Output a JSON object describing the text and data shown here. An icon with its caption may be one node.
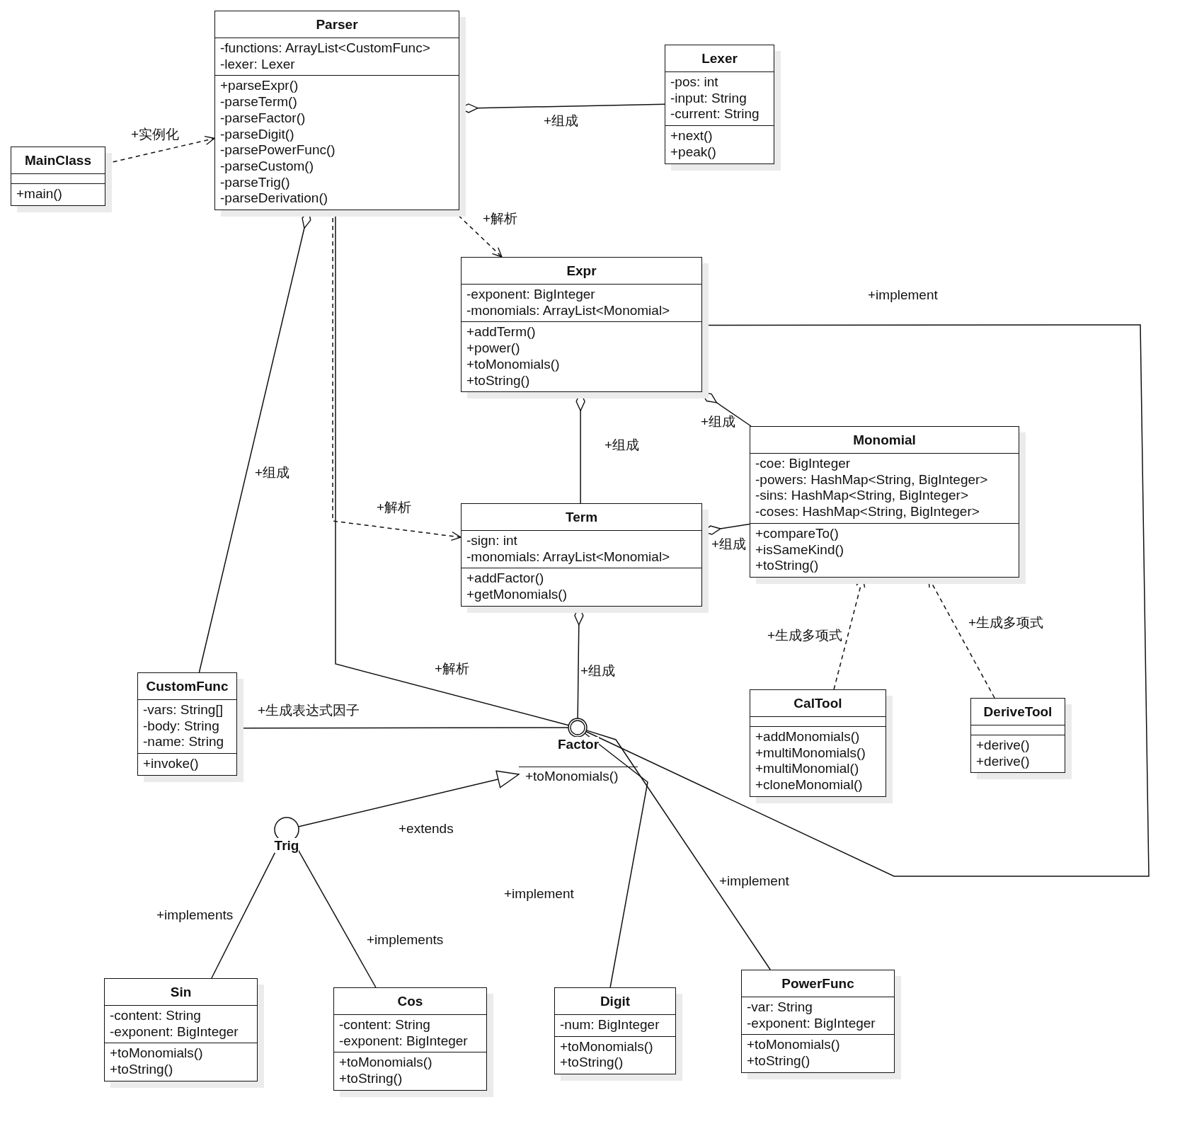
{
  "diagram": {
    "nodes": [
      {
        "text": [
          "MainClass",
          "+main()"
        ]
      },
      {
        "text": [
          "Parser",
          "-functions: ArrayList<CustomFunc>",
          "-lexer: Lexer",
          "+parseExpr()",
          "-parseTerm()",
          "-parseFactor()",
          "-parseDigit()",
          "-parsePowerFunc()",
          "-parseCustom()",
          "-parseTrig()",
          "-parseDerivation()"
        ]
      },
      {
        "text": [
          "Lexer",
          "-pos: int",
          "-input: String",
          "-current: String",
          "+next()",
          "+peak()"
        ]
      },
      {
        "text": [
          "Expr",
          "-exponent: BigInteger",
          "-monomials: ArrayList<Monomial>",
          "+addTerm()",
          "+power()",
          "+toMonomials()",
          "+toString()"
        ]
      },
      {
        "text": [
          "Monomial",
          "-coe: BigInteger",
          "-powers: HashMap<String, BigInteger>",
          "-sins: HashMap<String, BigInteger>",
          "-coses: HashMap<String, BigInteger>",
          "+compareTo()",
          "+isSameKind()",
          "+toString()"
        ]
      },
      {
        "text": [
          "Term",
          "-sign: int",
          "-monomials: ArrayList<Monomial>",
          "+addFactor()",
          "+getMonomials()"
        ]
      },
      {
        "text": [
          "CustomFunc",
          "-vars: String[]",
          "-body: String",
          "-name: String",
          "+invoke()"
        ]
      },
      {
        "text": [
          "Factor",
          "+toMonomials()"
        ]
      },
      {
        "text": [
          "CalTool",
          "+addMonomials()",
          "+multiMonomials()",
          "+multiMonomial()",
          "+cloneMonomial()"
        ]
      },
      {
        "text": [
          "DeriveTool",
          "+derive()",
          "+derive()"
        ]
      },
      {
        "text": [
          "Trig"
        ]
      },
      {
        "text": [
          "Sin",
          "-content: String",
          "-exponent: BigInteger",
          "+toMonomials()",
          "+toString()"
        ]
      },
      {
        "text": [
          "Cos",
          "-content: String",
          "-exponent: BigInteger",
          "+toMonomials()",
          "+toString()"
        ]
      },
      {
        "text": [
          "Digit",
          "-num: BigInteger",
          "+toMonomials()",
          "+toString()"
        ]
      },
      {
        "text": [
          "PowerFunc",
          "-var: String",
          "-exponent: BigInteger",
          "+toMonomials()",
          "+toString()"
        ]
      }
    ],
    "edges": [
      {
        "from": 0,
        "to": 1,
        "arrow": "to",
        "style": "dashed",
        "label": "+实例化"
      },
      {
        "from": 1,
        "to": 2,
        "arrow": "other",
        "label": "+组成"
      },
      {
        "from": 1,
        "to": 3,
        "arrow": "to",
        "style": "dashed",
        "label": "+解析"
      },
      {
        "from": 1,
        "to": 5,
        "arrow": "to",
        "style": "dashed",
        "label": "+解析"
      },
      {
        "from": 1,
        "to": 6,
        "arrow": "other",
        "label": "+组成"
      },
      {
        "from": 1,
        "to": 7,
        "arrow": "none",
        "label": "+解析"
      },
      {
        "from": 3,
        "to": 5,
        "arrow": "other",
        "label": "+组成"
      },
      {
        "from": 3,
        "to": 4,
        "arrow": "other",
        "label": "+组成"
      },
      {
        "from": 5,
        "to": 4,
        "arrow": "other",
        "label": "+组成"
      },
      {
        "from": 5,
        "to": 7,
        "arrow": "other",
        "label": "+组成"
      },
      {
        "from": 3,
        "to": 7,
        "arrow": "none",
        "label": "+implement"
      },
      {
        "from": 6,
        "to": 7,
        "arrow": "none",
        "label": "+生成表达式因子"
      },
      {
        "from": 10,
        "to": 7,
        "arrow": "to",
        "label": "+extends"
      },
      {
        "from": 11,
        "to": 10,
        "arrow": "none",
        "label": "+implements"
      },
      {
        "from": 12,
        "to": 10,
        "arrow": "none",
        "label": "+implements"
      },
      {
        "from": 13,
        "to": 7,
        "arrow": "none",
        "label": "+implement"
      },
      {
        "from": 14,
        "to": 7,
        "arrow": "none",
        "label": "+implement"
      },
      {
        "from": 8,
        "to": 4,
        "arrow": "to",
        "style": "dashed",
        "label": "+生成多项式"
      },
      {
        "from": 9,
        "to": 4,
        "arrow": "to",
        "style": "dashed",
        "label": "+生成多项式"
      }
    ]
  }
}
